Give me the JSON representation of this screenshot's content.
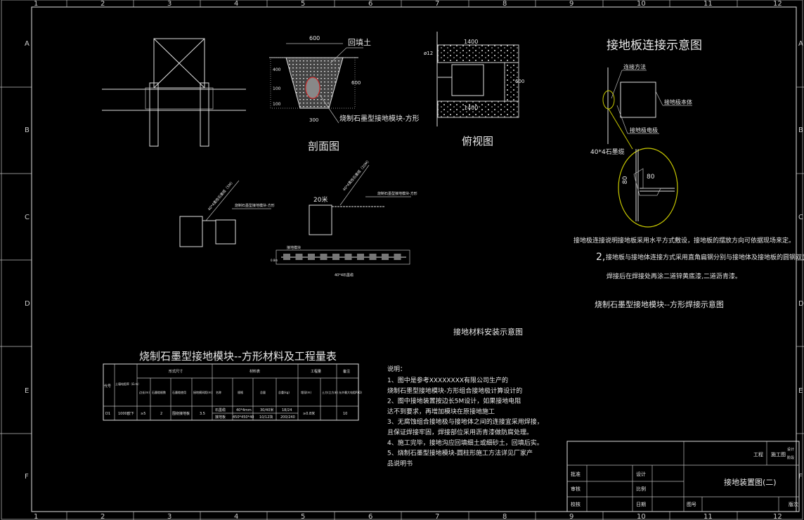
{
  "frame": {
    "columns": [
      "1",
      "2",
      "3",
      "4",
      "5",
      "6",
      "7",
      "8",
      "9",
      "10",
      "11",
      "12"
    ],
    "rows": [
      "A",
      "B",
      "C",
      "D",
      "E",
      "F"
    ]
  },
  "section": {
    "title": "剖面图",
    "dim_top": "600",
    "dim_bottom": "300",
    "dim_right": "600",
    "dims_left": [
      "400",
      "100",
      "100"
    ],
    "label_backfill": "回填土",
    "label_module": "烧制石墨型接地模块-方形"
  },
  "plan": {
    "title": "俯视图",
    "dim_top": "1400",
    "dim_bottom": "1400",
    "dim_side": "600",
    "dia": "ø12"
  },
  "install": {
    "title": "接地材料安装示意图",
    "cable_label_1": "40*4柔性石墨缆（5M）",
    "module_label_1": "烧制石墨型接地模块-方形",
    "cable_label_2": "40*4柔性石墨缆（20M）",
    "module_label_2": "烧制石墨型接地模块-方形",
    "dim_20m": "20米",
    "strip_label": "接地模块",
    "strip_depth": "0.8m",
    "strip_cable": "40*4石墨缆"
  },
  "connection": {
    "title": "接地板连接示意图",
    "label_method": "连接方法",
    "label_body": "接地极本体",
    "label_electrode": "接地极电极",
    "label_cable": "40*4石墨缆",
    "dim_a": "80",
    "dim_b": "80",
    "note1": "接地极连接说明接地板采用水平方式敷设，接地板的摆放方向可依据现场来定。",
    "note2_num": "2,",
    "note2": "接地板与接地体连接方式采用直角扁钢分别与接地体及接地板的圆钢双面焊接。",
    "note3": "焊接后在焊接处再涂二道锌黄底漆,二道沥青漆。",
    "caption": "烧制石墨型接地模块--方形焊接示意图"
  },
  "table": {
    "title": "烧制石墨型接地模块--方形材料及工程量表",
    "h_code": "代号",
    "h_soil": "土壤电阻率（Ω.m）",
    "h_form": "形式尺寸",
    "h_material": "材料表",
    "h_quantity": "工程量",
    "h_remark": "备注",
    "sub": [
      "边长(m)",
      "石墨缆根数",
      "石墨缆使用",
      "接地模间距(m)",
      "名称",
      "规格",
      "总量",
      "总重(kg)",
      "埋深(m)",
      "土方(立方米)",
      "允许最大电阻R(Ω)"
    ],
    "row": {
      "code": "D1",
      "soil": "1000欧下",
      "side": "≥5",
      "count": "2",
      "usage": "围绕接地板",
      "spacing": "3.5",
      "names": [
        "石墨缆",
        "接地板"
      ],
      "specs": [
        "40*4mm",
        "450*450*40"
      ],
      "totals": [
        "30/40米",
        "10/12块"
      ],
      "weights": [
        "18/24",
        "200/240"
      ],
      "depth": "≥0.8米",
      "earth": "",
      "resistance": "10"
    }
  },
  "notes": {
    "heading": "说明：",
    "lines": [
      "1、图中是参考XXXXXXXX有限公司生产的",
      "   烧制石墨型接地模块-方形组合接地极计算设计的",
      "2、图中接地装置按边长5M设计，如果接地电阻",
      "   达不到要求，再增加模块在原接地施工",
      "3、无腐蚀组合接地极与接地体之间的连接宜采用焊接，",
      "   且保证焊接牢固，焊接部位采用沥青漆做防腐处理。",
      "4、施工完毕，接地沟应回填细土或细砂土，回填后实。",
      "5、烧制石墨型接地模块-圆柱形施工方法详见厂家产",
      "   品说明书"
    ]
  },
  "title_block": {
    "project": "工程",
    "stage": "施工图",
    "design": "设计",
    "stage2": "阶段",
    "approve": "批准",
    "review": "审核",
    "check": "校核",
    "designer": "设计",
    "scale": "比例",
    "date": "日期",
    "drawing_title": "接地装置图(二)",
    "drawing_no": "图号",
    "revision": "版次"
  },
  "colors": {
    "line": "#e0e0e0",
    "highlight": "#c8c800",
    "red": "#e02020"
  }
}
